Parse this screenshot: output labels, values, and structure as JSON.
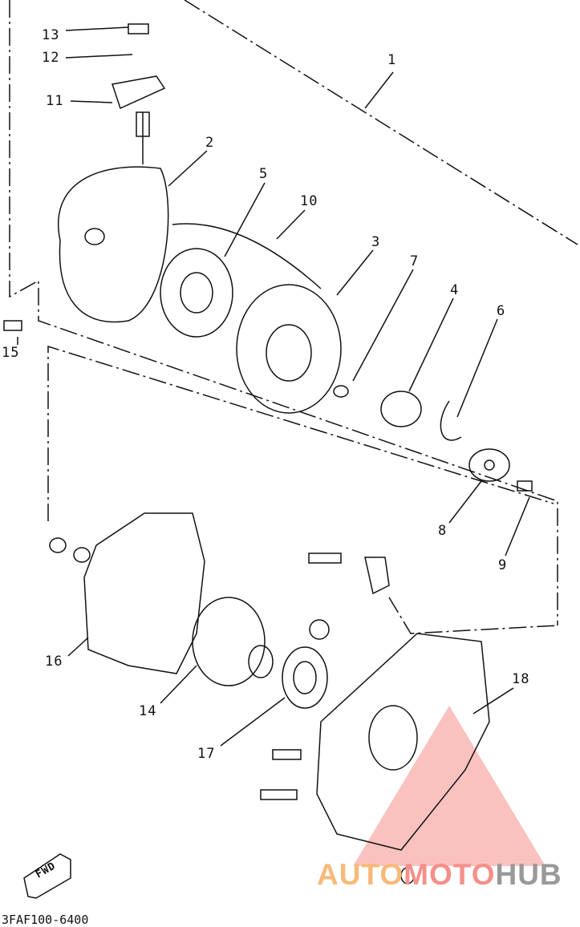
{
  "callouts": [
    "1",
    "2",
    "3",
    "4",
    "5",
    "6",
    "7",
    "8",
    "9",
    "10",
    "11",
    "12",
    "13",
    "14",
    "15",
    "16",
    "17",
    "18"
  ],
  "diagram_code": "3FAF100-6400",
  "fwd_label": "FWD",
  "watermark": {
    "part1": "AUTO",
    "part2": "MOTO",
    "part3": "HUB"
  },
  "colors": {
    "line": "#111111",
    "wm_orange": "#f7b979",
    "wm_red": "#f58f8a",
    "wm_gray": "#999999"
  }
}
